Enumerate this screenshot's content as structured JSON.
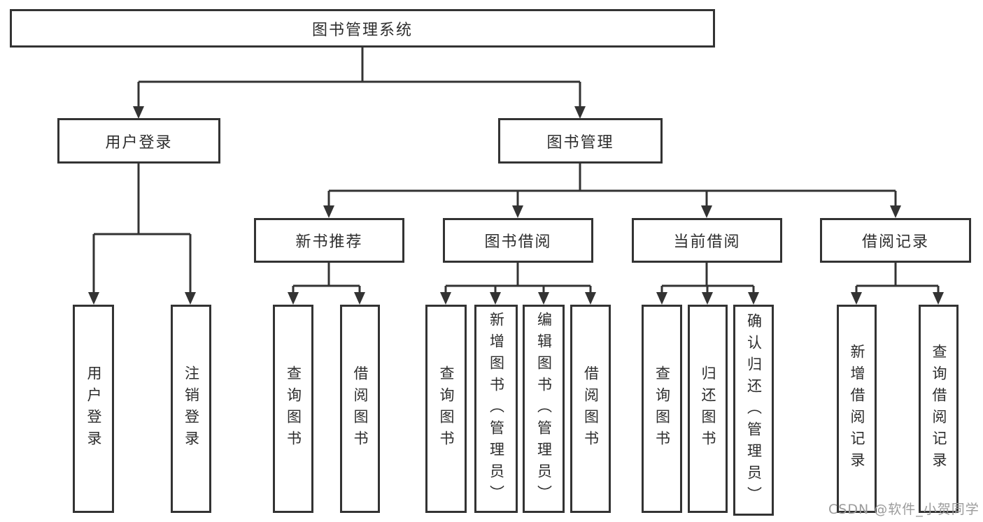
{
  "diagram": {
    "root": "图书管理系统",
    "branches": {
      "user_login": {
        "label": "用户登录",
        "children": {
          "login": "用户登录",
          "logout": "注销登录"
        }
      },
      "book_management": {
        "label": "图书管理",
        "children": {
          "new_book_recommend": {
            "label": "新书推荐",
            "children": {
              "query_books": "查询图书",
              "borrow_books": "借阅图书"
            }
          },
          "book_borrow": {
            "label": "图书借阅",
            "children": {
              "query_books": "查询图书",
              "add_books": "新增图书（管理员）",
              "edit_books": "编辑图书（管理员）",
              "borrow_books": "借阅图书"
            }
          },
          "current_borrow": {
            "label": "当前借阅",
            "children": {
              "query_books": "查询图书",
              "return_books": "归还图书",
              "confirm_return": "确认归还（管理员）"
            }
          },
          "borrow_records": {
            "label": "借阅记录",
            "children": {
              "add_record": "新增借阅记录",
              "query_record": "查询借阅记录"
            }
          }
        }
      }
    }
  },
  "watermark": "CSDN @软件_小贺同学",
  "colors": {
    "line": "#333333",
    "text": "#2d2d2d",
    "watermark": "#9b9b9b",
    "background": "#ffffff"
  }
}
